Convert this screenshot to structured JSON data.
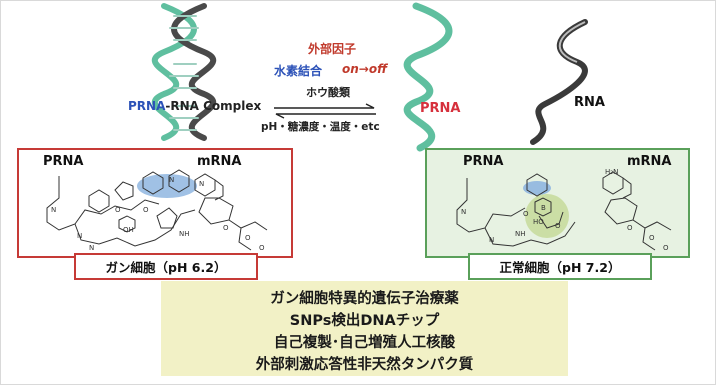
{
  "reaction": {
    "factor": "外部因子",
    "hbond": "水素結合",
    "hbond_state": "on→off",
    "boric": "ホウ酸類",
    "complex_prna": "PRNA",
    "complex_rest": "-RNA Complex",
    "conditions": "pH・糖濃度・温度・etc",
    "prna_label": "PRNA",
    "rna_label": "RNA"
  },
  "panels": {
    "left": {
      "prna": "PRNA",
      "mrna": "mRNA",
      "caption": "ガン細胞（pH 6.2）"
    },
    "right": {
      "prna": "PRNA",
      "mrna": "mRNA",
      "caption": "正常細胞（pH 7.2）"
    }
  },
  "summary": {
    "lines": [
      "ガン細胞特異的遺伝子治療薬",
      "SNPs検出DNAチップ",
      "自己複製･自己増殖人工核酸",
      "外部刺激応答性非天然タンパク質"
    ]
  },
  "colors": {
    "helix_teal": "#5fbf9f",
    "helix_gray": "#4a4a4a",
    "red": "#c63a36",
    "blue": "#2c52b8",
    "green_border": "#5aa05a",
    "green_fill": "#e7f2e2",
    "summary_fill": "#f2f1c6"
  }
}
